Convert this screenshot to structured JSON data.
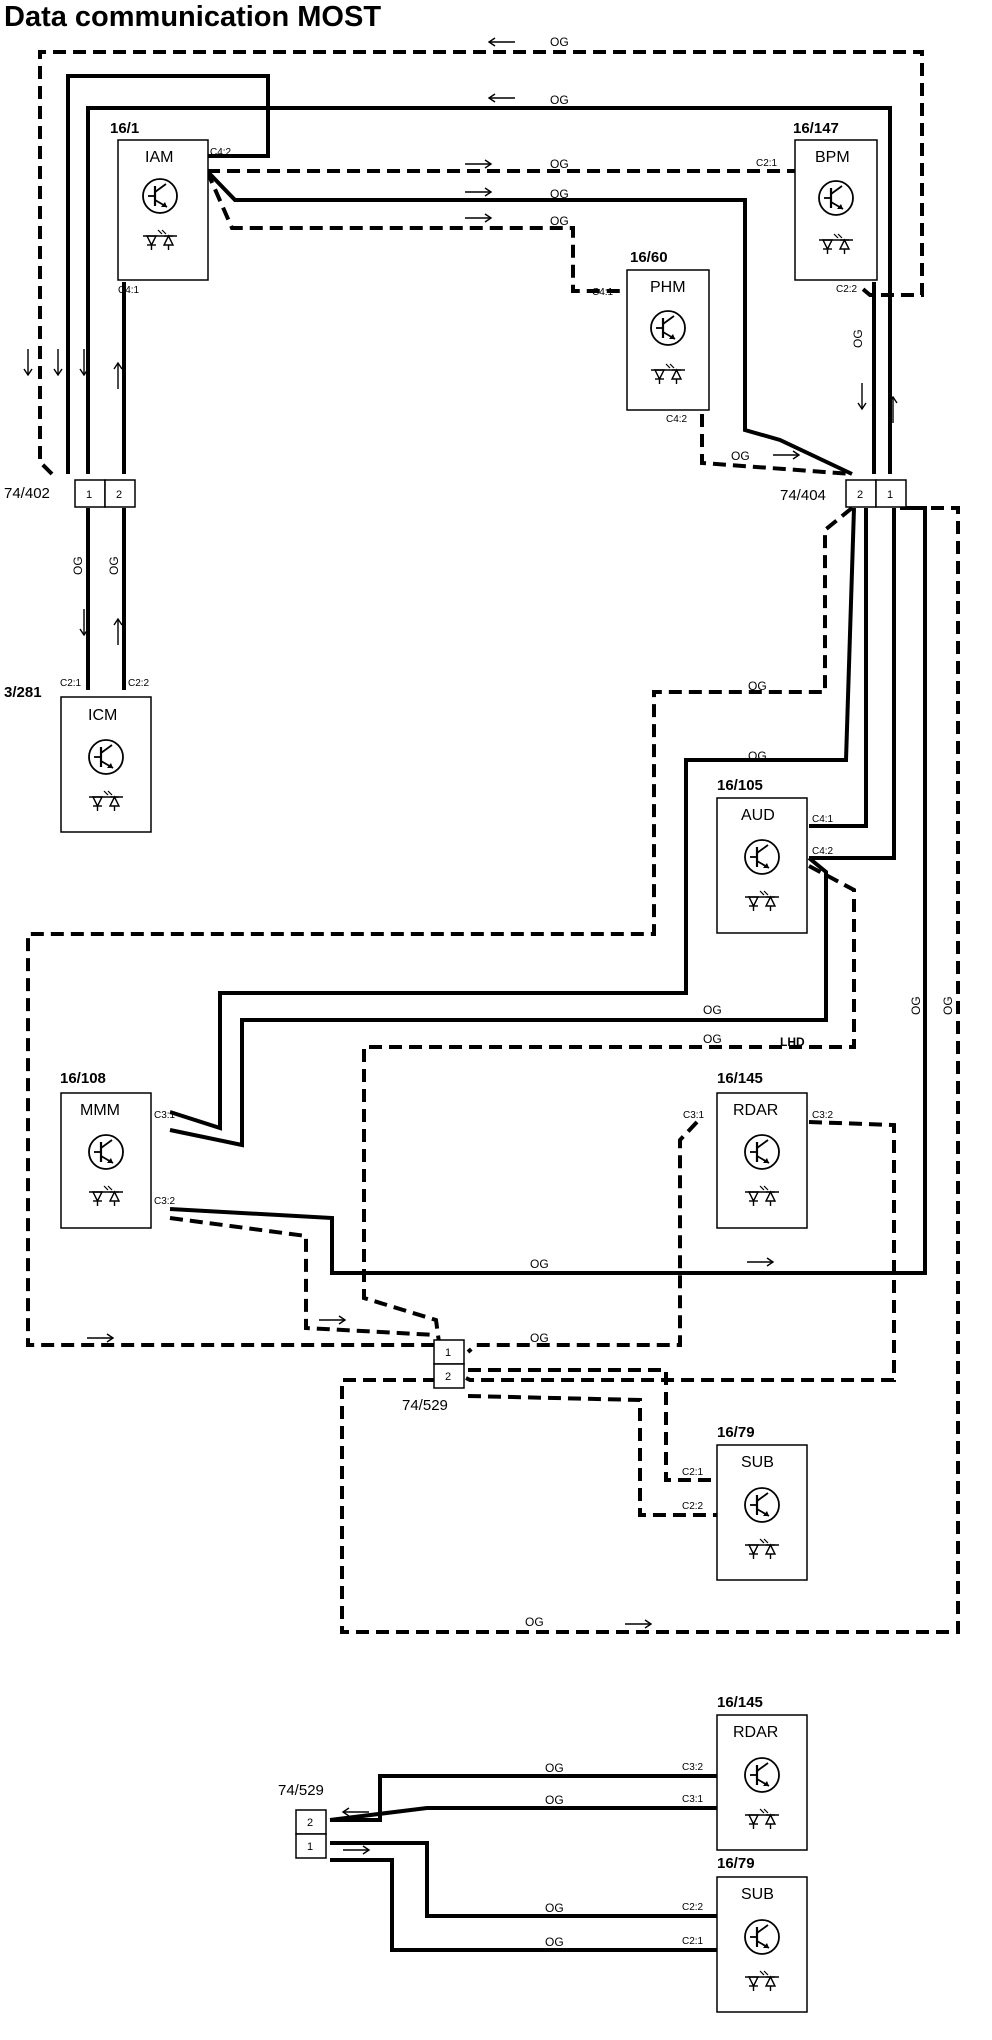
{
  "title": "Data communication MOST",
  "wire_color_code": "OG",
  "note_lhd": "LHD",
  "modules": [
    {
      "ref": "16/1",
      "name": "IAM",
      "pins": [
        "C4:2",
        "C4:1"
      ]
    },
    {
      "ref": "16/147",
      "name": "BPM",
      "pins": [
        "C2:1",
        "C2:2"
      ]
    },
    {
      "ref": "16/60",
      "name": "PHM",
      "pins": [
        "C4:1",
        "C4:2"
      ]
    },
    {
      "ref": "3/281",
      "name": "ICM",
      "pins": [
        "C2:1",
        "C2:2"
      ]
    },
    {
      "ref": "16/105",
      "name": "AUD",
      "pins": [
        "C4:1",
        "C4:2"
      ]
    },
    {
      "ref": "16/108",
      "name": "MMM",
      "pins": [
        "C3:1",
        "C3:2"
      ]
    },
    {
      "ref": "16/145",
      "name": "RDAR",
      "pins": [
        "C3:1",
        "C3:2"
      ]
    },
    {
      "ref": "16/79",
      "name": "SUB",
      "pins": [
        "C2:1",
        "C2:2"
      ]
    },
    {
      "ref": "16/145",
      "name": "RDAR",
      "pins": [
        "C3:2",
        "C3:1"
      ]
    },
    {
      "ref": "16/79",
      "name": "SUB",
      "pins": [
        "C2:2",
        "C2:1"
      ]
    }
  ],
  "connectors": [
    {
      "ref": "74/402",
      "pins": [
        "1",
        "2"
      ]
    },
    {
      "ref": "74/404",
      "pins": [
        "2",
        "1"
      ]
    },
    {
      "ref": "74/529",
      "pins": [
        "1",
        "2"
      ]
    },
    {
      "ref": "74/529",
      "pins": [
        "2",
        "1"
      ]
    }
  ]
}
